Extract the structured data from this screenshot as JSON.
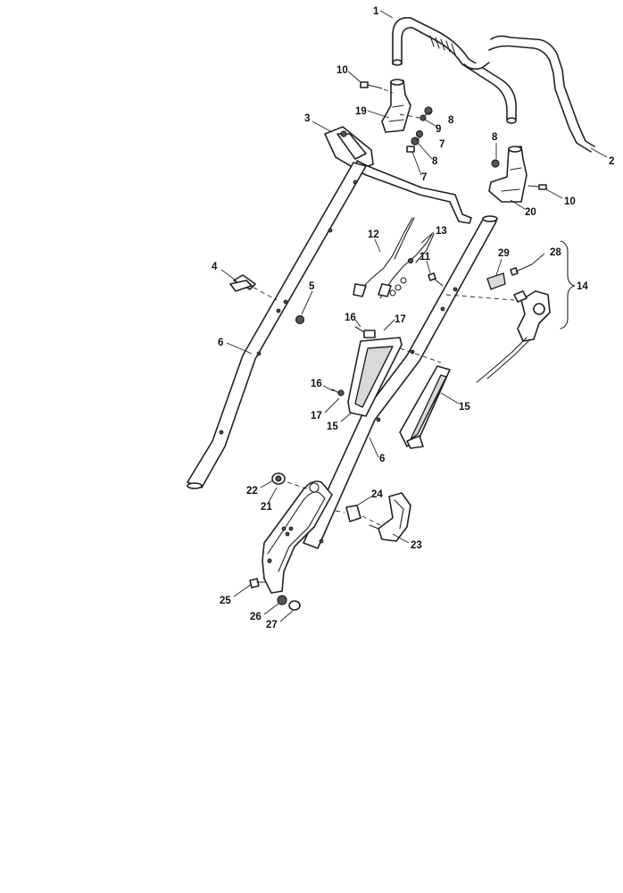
{
  "diagram": {
    "labels": [
      "1",
      "2",
      "3",
      "4",
      "5",
      "6",
      "6",
      "7",
      "7",
      "8",
      "8",
      "8",
      "9",
      "10",
      "10",
      "11",
      "12",
      "13",
      "14",
      "15",
      "15",
      "16",
      "16",
      "17",
      "17",
      "19",
      "20",
      "21",
      "22",
      "23",
      "24",
      "25",
      "26",
      "27",
      "28",
      "29"
    ]
  },
  "colors": {
    "line": "#222222",
    "background": "#ffffff",
    "shade": "#555555"
  }
}
